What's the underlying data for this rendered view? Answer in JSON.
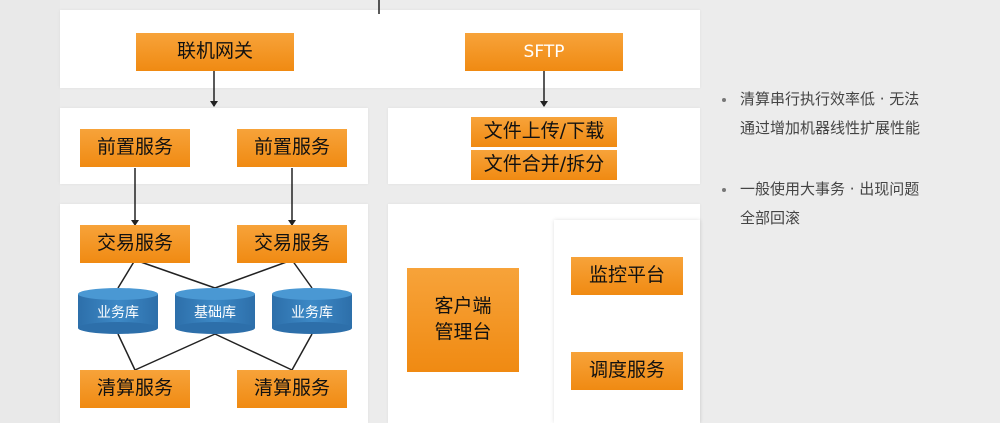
{
  "gateway": {
    "online_gateway": "联机网关",
    "sftp": "SFTP"
  },
  "front": {
    "left": "前置服务",
    "right": "前置服务"
  },
  "file_ops": {
    "upload_download": "文件上传/下载",
    "merge_split": "文件合并/拆分"
  },
  "trade": {
    "left": "交易服务",
    "right": "交易服务"
  },
  "databases": {
    "left": "业务库",
    "middle": "基础库",
    "right": "业务库"
  },
  "settle": {
    "left": "清算服务",
    "right": "清算服务"
  },
  "client_console": {
    "line1": "客户端",
    "line2": "管理台"
  },
  "monitor_platform": "监控平台",
  "schedule_service": "调度服务",
  "notes": [
    {
      "line1": "清算串行执行效率低 · 无法",
      "line2": "通过增加机器线性扩展性能"
    },
    {
      "line1": "一般使用大事务 · 出现问题",
      "line2": "全部回滚"
    }
  ]
}
